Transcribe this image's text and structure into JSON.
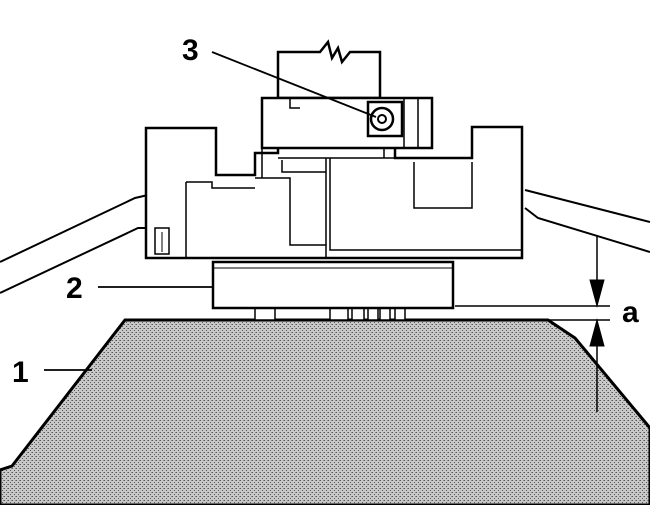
{
  "figure": {
    "callouts": {
      "one": "1",
      "two": "2",
      "three": "3",
      "gap": "a"
    }
  },
  "colors": {
    "line": "#000000",
    "background": "#ffffff",
    "stipple_fill": "#b8b8b8"
  }
}
